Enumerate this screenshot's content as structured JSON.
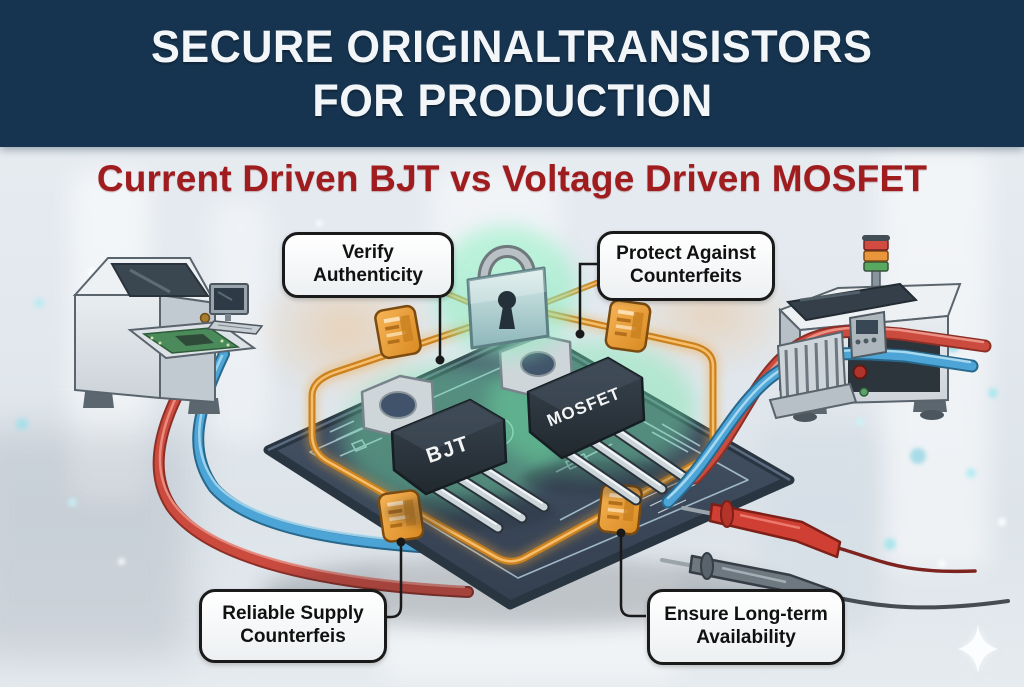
{
  "header": {
    "line1": "SECURE ORIGINALTRANSISTORS",
    "line2": "FOR PRODUCTION"
  },
  "subtitle": "Current Driven BJT vs Voltage Driven MOSFET",
  "callouts": {
    "verify": {
      "line1": "Verify",
      "line2": "Authenticity"
    },
    "protect": {
      "line1": "Protect Against",
      "line2": "Counterfeits"
    },
    "supply": {
      "line1": "Reliable Supply",
      "line2": "Counterfeis"
    },
    "availability": {
      "line1": "Ensure Long-term",
      "line2": "Availability"
    }
  },
  "board": {
    "bjt_label": "BJT",
    "mosfet_label": "MOSFET"
  },
  "icons": [
    "padlock-icon",
    "certificate-chip-icon",
    "signal-tower-icon",
    "monitor-icon",
    "red-test-probe-icon",
    "gray-test-probe-icon",
    "sparkle-icon"
  ],
  "colors": {
    "header_bg": "#163450",
    "title_text": "#f3f6f8",
    "subtitle_text": "#9f1d1f",
    "board": "#3c4c5f",
    "trace_orange": "#e0912f",
    "glow_green": "#7ce8b4",
    "cable_red": "#c94f41",
    "cable_blue": "#45a3d4",
    "chip_orange": "#efa53d",
    "lock_teal": "#9cc3c6"
  }
}
